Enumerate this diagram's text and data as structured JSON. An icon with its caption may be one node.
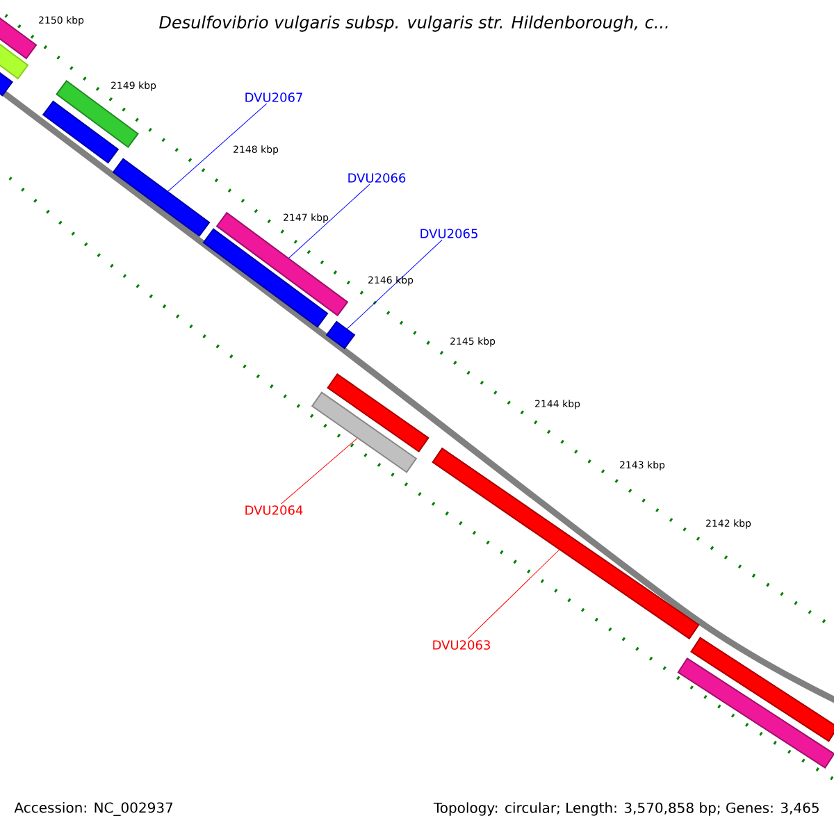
{
  "diagram": {
    "title": "Desulfovibrio vulgaris subsp. vulgaris str. Hildenborough, c...",
    "nodes": [
      {
        "text": [],
        "shape": "bar"
      },
      {
        "text": [],
        "shape": "bar"
      },
      {
        "text": [],
        "shape": "bar"
      },
      {
        "text": [],
        "shape": "bar"
      },
      {
        "text": [],
        "shape": "bar"
      },
      {
        "text": [],
        "shape": "bar"
      },
      {
        "text": [],
        "shape": "bar"
      },
      {
        "text": [],
        "shape": "bar"
      },
      {
        "text": [],
        "shape": "bar"
      },
      {
        "text": [],
        "shape": "bar"
      },
      {
        "text": [],
        "shape": "bar"
      },
      {
        "text": [],
        "shape": "bar"
      },
      {
        "text": [],
        "shape": "bar"
      },
      {
        "text": [],
        "shape": "bar"
      },
      {
        "text": [
          "DVU2067"
        ]
      },
      {
        "text": [
          "DVU2066"
        ]
      },
      {
        "text": [
          "DVU2065"
        ]
      },
      {
        "text": [
          "DVU2064"
        ]
      },
      {
        "text": [
          "DVU2063"
        ]
      }
    ],
    "edges": [
      {
        "from": 14,
        "to": 5,
        "arrow": "none"
      },
      {
        "from": 15,
        "to": 6,
        "arrow": "none"
      },
      {
        "from": 16,
        "to": 8,
        "arrow": "none"
      },
      {
        "from": 17,
        "to": 10,
        "arrow": "none",
        "color": "#ff0000"
      },
      {
        "from": 18,
        "to": 11,
        "arrow": "none",
        "color": "#ff0000"
      }
    ],
    "labels": [
      "2150 kbp",
      "2149 kbp",
      "2148 kbp",
      "2147 kbp",
      "2146 kbp",
      "2145 kbp",
      "2144 kbp",
      "2143 kbp",
      "2142 kbp",
      "Accession: NC_002937",
      "Topology: circular; Length: 3,570,858 bp; Genes: 3,465"
    ]
  }
}
